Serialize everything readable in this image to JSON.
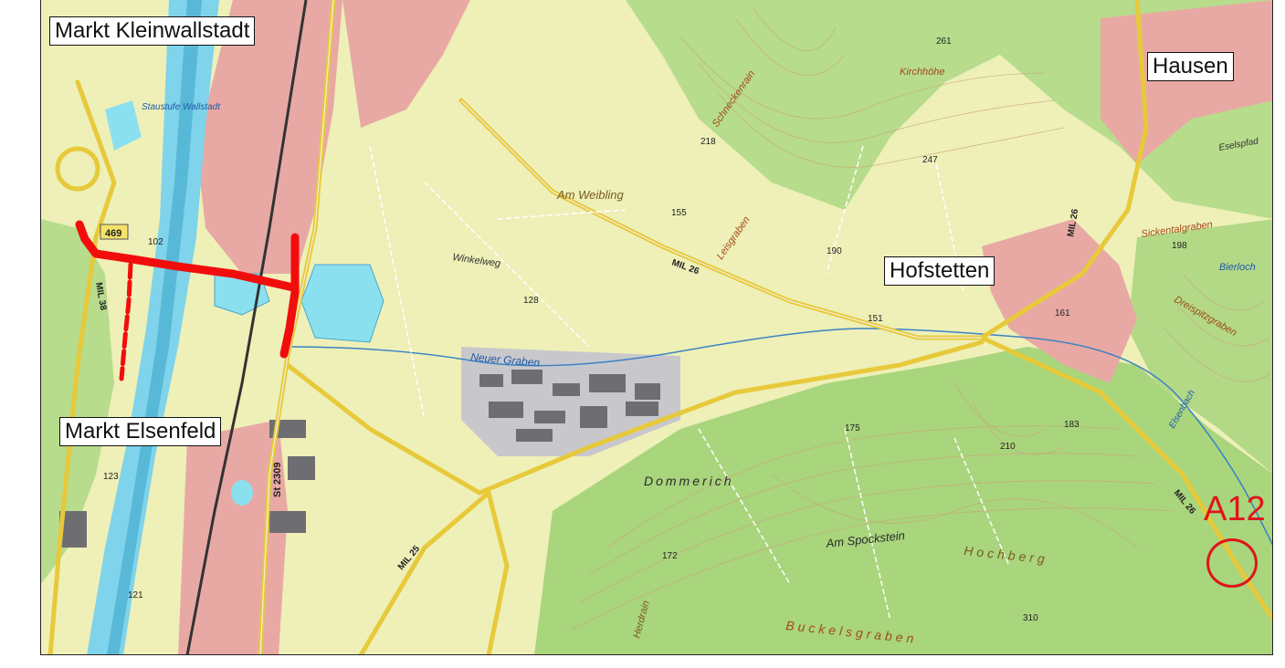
{
  "place_labels": {
    "kleinwallstadt": "Markt Kleinwallstadt",
    "hausen": "Hausen",
    "hofstetten": "Hofstetten",
    "elsenfeld": "Markt Elsenfeld"
  },
  "site_marker": {
    "label": "A12",
    "color": "#e0141b"
  },
  "route_color": "#f20d0d",
  "map_text": {
    "am_weibling": "Am Weibling",
    "kirchhohe": "Kirchhöhe",
    "schneckenrain": "Schneckenrain",
    "leisgraben": "Leisgraben",
    "winkelweg": "Winkelweg",
    "neuer_graben": "Neuer Graben",
    "dommerich": "Dommerich",
    "am_spockstein": "Am Spockstein",
    "hochberg": "Hochberg",
    "buckelsgraben": "Buckelsgraben",
    "herdrain": "Herdrain",
    "sickentalgraben": "Sickentalgraben",
    "bierloch": "Bierloch",
    "dreispitz": "Dreispitzgraben",
    "eselspfad": "Eselspfad",
    "elsenbach": "Elsenbach",
    "staustufe": "Staustufe Wallstadt",
    "st2309": "St 2309",
    "mil26_a": "MIL 26",
    "mil26_b": "MIL 26",
    "mil26_c": "MIL 26",
    "mil25": "MIL 25",
    "mil38": "MIL 38",
    "b469": "469",
    "n102": "102",
    "n128": "128",
    "n155": "155",
    "n151": "151",
    "n161": "161",
    "n175": "175",
    "n210": "210",
    "n172": "172",
    "n310": "310",
    "n247": "247",
    "n218": "218",
    "n198": "198",
    "n183": "183",
    "n123": "123",
    "n121": "121",
    "n261": "261",
    "n190": "190"
  }
}
